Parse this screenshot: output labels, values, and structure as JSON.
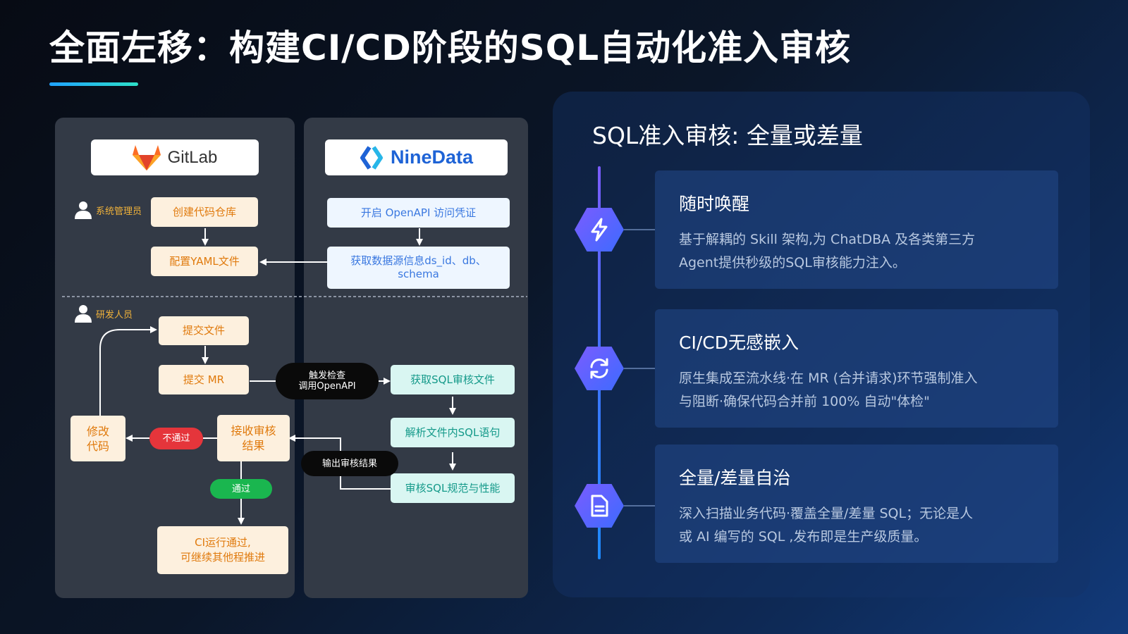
{
  "title": "全面左移：构建CI/CD阶段的SQL自动化准入审核",
  "left": {
    "gitlab_logo": "GitLab",
    "ninedata_logo": "NineData",
    "roles": {
      "admin": "系统管理员",
      "dev": "研发人员"
    },
    "nodes": {
      "create_repo": "创建代码仓库",
      "config_yaml": "配置YAML文件",
      "openapi_cred": "开启 OpenAPI 访问凭证",
      "get_ds_line1": "获取数据源信息ds_id、db、",
      "get_ds_line2": "schema",
      "submit_file": "提交文件",
      "submit_mr": "提交 MR",
      "trigger_line1": "触发检查",
      "trigger_line2": "调用OpenAPI",
      "get_sql_file": "获取SQL审核文件",
      "parse_sql": "解析文件内SQL语句",
      "review_sql": "审核SQL规范与性能",
      "output_result": "输出审核结果",
      "receive_line1": "接收审核",
      "receive_line2": "结果",
      "fail": "不通过",
      "fix_line1": "修改",
      "fix_line2": "代码",
      "pass": "通过",
      "ci_line1": "CI运行通过,",
      "ci_line2": "可继续其他程推进"
    }
  },
  "right": {
    "heading": "SQL准入审核: 全量或差量",
    "items": [
      {
        "icon": "lightning-icon",
        "title": "随时唤醒",
        "desc_line1": "基于解耦的 Skill 架构,为 ChatDBA 及各类第三方",
        "desc_line2": "Agent提供秒级的SQL审核能力注入。"
      },
      {
        "icon": "refresh-icon",
        "title": "CI/CD无感嵌入",
        "desc_line1": "原生集成至流水线·在 MR (合并请求)环节强制准入",
        "desc_line2": "与阻断·确保代码合并前 100% 自动\"体检\""
      },
      {
        "icon": "document-icon",
        "title": "全量/差量自治",
        "desc_line1": "深入扫描业务代码·覆盖全量/差量 SQL；无论是人",
        "desc_line2": "或 AI 编写的 SQL ,发布即是生产级质量。"
      }
    ]
  }
}
